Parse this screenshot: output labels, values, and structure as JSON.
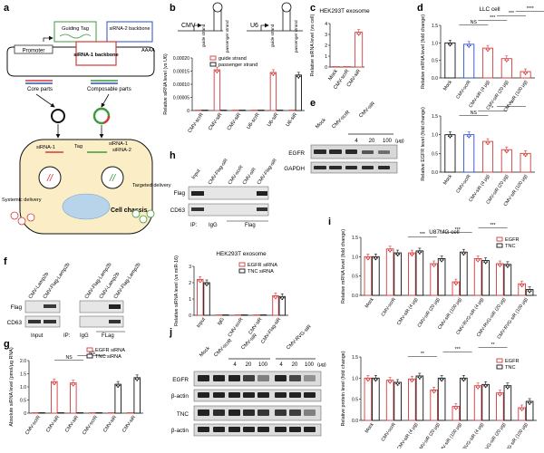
{
  "panel_letters": [
    "a",
    "b",
    "c",
    "d",
    "e",
    "f",
    "g",
    "h",
    "i",
    "j"
  ],
  "panel_a": {
    "promoter": "Promoter",
    "guiding_tag": "Guiding Tag",
    "sirna1_backbone": "siRNA-1 backbone",
    "sirna2_backbone": "siRNA-2 backbone",
    "polyA": "AAAA",
    "core_parts": "Core parts",
    "composable_parts": "Composable parts",
    "sirna1_left": "siRNA-1",
    "tag": "Tag",
    "sirna1_right": "siRNA-1",
    "sirna2_right": "siRNA-2",
    "systemic_delivery": "Systemic delivery",
    "targeted_delivery": "Targeted delivery",
    "cell_chassis": "Cell chassis"
  },
  "panel_b": {
    "cmv": "CMV",
    "u6": "U6",
    "guide_strand_left": "guide strand",
    "passenger_strand_left": "passenger strand",
    "guide_strand_right": "guide strand",
    "passenger_strand_right": "passenger strand"
  },
  "panel_e": {
    "mock": "Mock",
    "scr": "CMV-scrR",
    "sir": "CMV-siR",
    "doses": [
      "4",
      "20",
      "100"
    ],
    "unit": "(μg)",
    "egfr": "EGFR",
    "gapdh": "GAPDH"
  },
  "panel_f": {
    "lanes_left": [
      "CMV-Lamp2b",
      "CMV-Flag-Lamp2b"
    ],
    "lanes_right": [
      "CMV-Flag-Lamp2b",
      "CMV-Lamp2b",
      "CMV-Flag-Lamp2b"
    ],
    "flag": "Flag",
    "cd63": "CD63",
    "input": "Input",
    "ip": "IP:",
    "igg": "IgG",
    "flag_ip": "FLag"
  },
  "panel_h_blot": {
    "lanes": [
      "Input",
      "CMV-Flag-siR",
      "CMV-scrR",
      "CMV-siR",
      "CMV-Flag-siR"
    ],
    "flag": "Flag",
    "cd63": "CD63",
    "ip": "IP:",
    "igg": "IgG",
    "flag_ip": "Flag"
  },
  "panel_j": {
    "mock": "Mock",
    "scr": "CMV-scrR",
    "sir": "CMV-siR",
    "sir2": "CMV-RVG-siR",
    "doses_a": [
      "4",
      "20",
      "100"
    ],
    "doses_b": [
      "4",
      "20",
      "100"
    ],
    "unit": "(μg)",
    "egfr": "EGFR",
    "actin1": "β-actin",
    "tnc": "TNC",
    "actin2": "β-actin"
  },
  "colors": {
    "red": "#d33a3a",
    "black": "#111111",
    "blue": "#2b4fc7",
    "green": "#3c9a3c",
    "pink": "#e8a0a0",
    "chassis": "#fbeec7"
  },
  "chart_data": [
    {
      "id": "b",
      "type": "bar",
      "categories": [
        "CMV-scrR",
        "CMV-siR",
        "CMV-siR",
        "U6-scrR",
        "U6-siR",
        "U6-siR"
      ],
      "ylabel": "Relative siRNA level (vs U6)",
      "ylim": [
        0,
        0.0002
      ],
      "ticks": [
        "0",
        "0.00005",
        "0.00010",
        "0.00015",
        "0.00020"
      ],
      "legend": [
        {
          "name": "guide strand",
          "color": "#d33a3a"
        },
        {
          "name": "passenger strand",
          "color": "#111111"
        }
      ],
      "series": [
        {
          "name": "guide strand",
          "color": "#d33a3a",
          "values": [
            0,
            0.000155,
            0,
            0,
            0.000145,
            0
          ]
        },
        {
          "name": "passenger strand",
          "color": "#111111",
          "values": [
            0,
            0,
            0,
            0,
            0,
            0.000135
          ]
        }
      ]
    },
    {
      "id": "c",
      "type": "bar",
      "title": "HEK293T exosome",
      "categories": [
        "Mock",
        "CMV-scrR",
        "CMV-siR"
      ],
      "ylabel": "Relative siRNA level (vs cell)",
      "ylim": [
        0,
        4
      ],
      "ticks": [
        "0",
        "1",
        "2",
        "3",
        "4"
      ],
      "series": [
        {
          "color": "#d33a3a",
          "values": [
            0.02,
            0.02,
            3.2
          ]
        }
      ]
    },
    {
      "id": "d",
      "type": "bar",
      "title": "LLC cell",
      "categories": [
        "Mock",
        "CMV-scrR",
        "CMV-siR (4 μg)",
        "CMV-siR (20 μg)",
        "CMV-siR (100 μg)"
      ],
      "ylabel": "Relative mRNA level (fold change)",
      "ylim": [
        0,
        1.5
      ],
      "ticks": [
        "0.0",
        "0.5",
        "1.0",
        "1.5"
      ],
      "annotations": [
        "NS",
        "***",
        "***",
        "****"
      ],
      "series": [
        {
          "colors": [
            "#111111",
            "#2b4fc7",
            "#d33a3a",
            "#d33a3a",
            "#d33a3a"
          ],
          "values": [
            1.0,
            0.96,
            0.85,
            0.55,
            0.18
          ]
        }
      ]
    },
    {
      "id": "e",
      "type": "bar",
      "categories": [
        "Mock",
        "CMV-scrR",
        "CMV-siR (4 μg)",
        "CMV-siR (20 μg)",
        "CMV-siR (100 μg)"
      ],
      "ylabel": "Relative EGFR level (fold change)",
      "ylim": [
        0,
        1.5
      ],
      "ticks": [
        "0.0",
        "0.5",
        "1.0",
        "1.5"
      ],
      "annotations": [
        "NS",
        "*",
        "**"
      ],
      "series": [
        {
          "colors": [
            "#111111",
            "#2b4fc7",
            "#d33a3a",
            "#d33a3a",
            "#d33a3a"
          ],
          "values": [
            1.0,
            1.0,
            0.82,
            0.6,
            0.5
          ]
        }
      ]
    },
    {
      "id": "h",
      "type": "bar",
      "title": "HEK293T exosome",
      "categories": [
        "Input",
        "IgG",
        "CMV-scrR",
        "CMV-siR",
        "CMV-Flag-siR"
      ],
      "ylabel": "Relative siRNA level (vs miR-16)",
      "ylim": [
        0,
        3
      ],
      "ticks": [
        "0",
        "1",
        "2",
        "3"
      ],
      "legend": [
        {
          "name": "EGFR siRNA",
          "color": "#d33a3a"
        },
        {
          "name": "TNC siRNA",
          "color": "#111111"
        }
      ],
      "series": [
        {
          "name": "EGFR siRNA",
          "color": "#d33a3a",
          "values": [
            2.2,
            0.02,
            0.02,
            0.02,
            1.2
          ]
        },
        {
          "name": "TNC siRNA",
          "color": "#111111",
          "values": [
            2.0,
            0.02,
            0.02,
            0.02,
            1.15
          ]
        }
      ]
    },
    {
      "id": "g",
      "type": "bar",
      "categories": [
        "CMV-scrR",
        "CMV-siR",
        "CMV-siR",
        "CMV-scrR",
        "CMV-siR",
        "CMV-siR"
      ],
      "ylabel": "Absolute siRNA level (pmol/μg RNA)",
      "ylim": [
        0,
        2
      ],
      "ticks": [
        "0",
        "0.5",
        "1.0",
        "1.5",
        "2.0"
      ],
      "annotations": [
        "NS",
        "NS"
      ],
      "legend": [
        {
          "name": "EGFR siRNA",
          "color": "#d33a3a"
        },
        {
          "name": "TNC siRNA",
          "color": "#111111"
        }
      ],
      "series": [
        {
          "name": "EGFR siRNA",
          "color": "#d33a3a",
          "values": [
            0,
            1.2,
            1.15,
            0,
            0,
            0
          ]
        },
        {
          "name": "TNC siRNA",
          "color": "#111111",
          "values": [
            0,
            0,
            0,
            0,
            1.1,
            1.35
          ]
        }
      ]
    },
    {
      "id": "i1",
      "type": "bar",
      "title": "U87MG cell",
      "categories": [
        "Mock",
        "CMV-scrR",
        "CMV-siR (4 μg)",
        "CMV-siR (20 μg)",
        "CMV-siR (100 μg)",
        "CMV-RVG-siR (4 μg)",
        "CMV-RVG-siR (20 μg)",
        "CMV-RVG-siR (100 μg)"
      ],
      "ylabel": "Relative mRNA level (fold change)",
      "ylim": [
        0,
        1.5
      ],
      "ticks": [
        "0.0",
        "0.5",
        "1.0",
        "1.5"
      ],
      "annotations": [
        "***",
        "***",
        "***"
      ],
      "legend": [
        {
          "name": "EGFR",
          "color": "#d33a3a"
        },
        {
          "name": "TNC",
          "color": "#111111"
        }
      ],
      "series": [
        {
          "name": "EGFR",
          "color": "#d33a3a",
          "values": [
            1.0,
            1.2,
            1.1,
            0.82,
            0.35,
            0.95,
            0.82,
            0.3
          ]
        },
        {
          "name": "TNC",
          "color": "#111111",
          "values": [
            1.0,
            1.1,
            1.15,
            0.95,
            1.12,
            0.9,
            0.8,
            0.15
          ]
        }
      ]
    },
    {
      "id": "i2",
      "type": "bar",
      "categories": [
        "Mock",
        "CMV-scrR",
        "CMV-siR (4 μg)",
        "CMV-siR (20 μg)",
        "CMV-siR (100 μg)",
        "CMV-RVG-siR (4 μg)",
        "CMV-RVG-siR (20 μg)",
        "CMV-RVG-siR (100 μg)"
      ],
      "ylabel": "Relative protein level (fold change)",
      "ylim": [
        0,
        1.5
      ],
      "ticks": [
        "0.0",
        "0.5",
        "1.0",
        "1.5"
      ],
      "annotations": [
        "**",
        "***",
        "**"
      ],
      "legend": [
        {
          "name": "EGFR",
          "color": "#d33a3a"
        },
        {
          "name": "TNC",
          "color": "#111111"
        }
      ],
      "series": [
        {
          "name": "EGFR",
          "color": "#d33a3a",
          "values": [
            1.0,
            0.95,
            0.98,
            0.72,
            0.33,
            0.82,
            0.65,
            0.3
          ]
        },
        {
          "name": "TNC",
          "color": "#111111",
          "values": [
            1.0,
            0.9,
            1.05,
            1.0,
            1.0,
            0.85,
            0.82,
            0.45
          ]
        }
      ]
    }
  ]
}
